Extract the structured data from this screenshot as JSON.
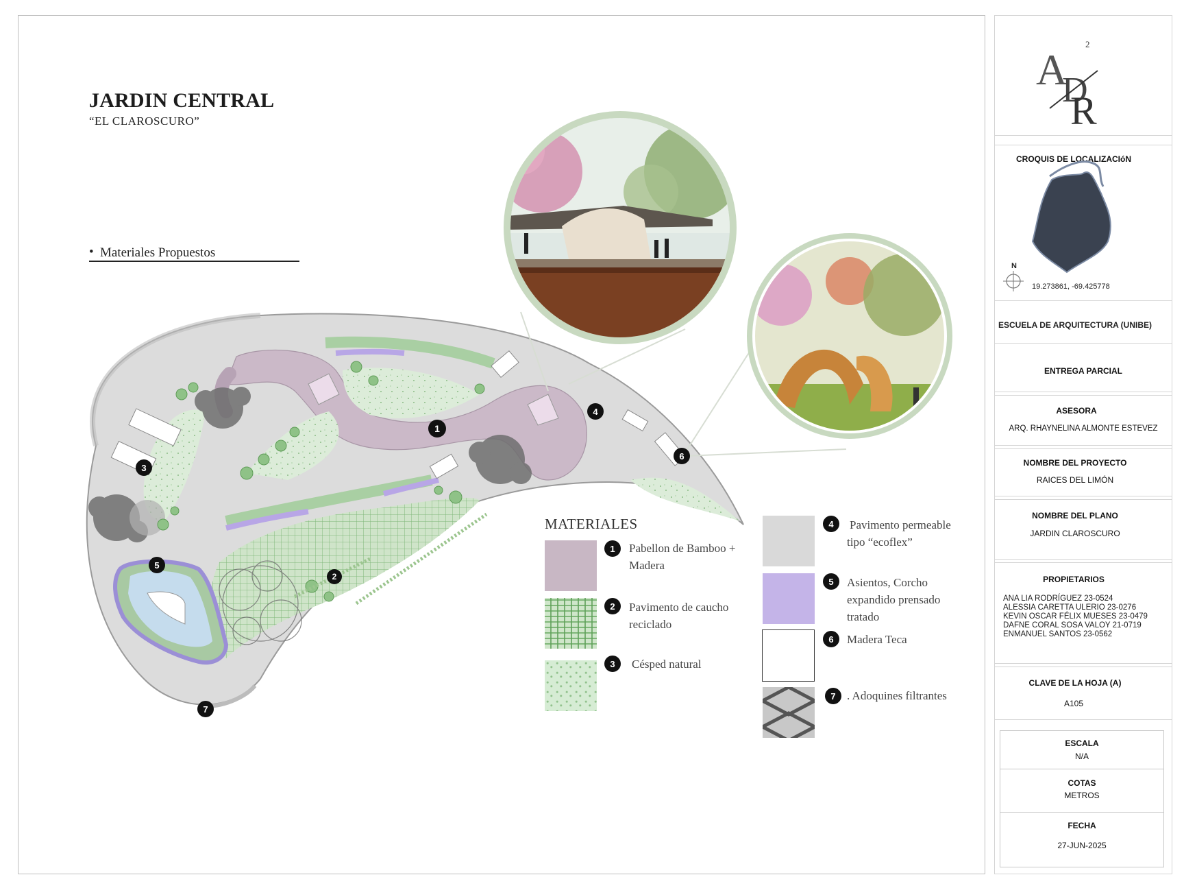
{
  "header": {
    "title": "JARDIN CENTRAL",
    "subtitle": "“EL CLAROSCURO”",
    "bullet": "Materiales Propuestos"
  },
  "callouts": [
    "1",
    "2",
    "3",
    "4",
    "5",
    "6",
    "7"
  ],
  "legend": {
    "title": "MATERIALES",
    "items": [
      {
        "num": "1",
        "label": "Pabellon de Bamboo + Madera",
        "color": "#c8b7c4"
      },
      {
        "num": "2",
        "label": "Pavimento de caucho reciclado",
        "color": "#b9d8b4"
      },
      {
        "num": "3",
        "label": "Césped natural",
        "color": "#d4ebd3"
      },
      {
        "num": "4",
        "label": "Pavimento permeable tipo “ecoflex”",
        "color": "#d9d9d9"
      },
      {
        "num": "5",
        "label": "Asientos, Corcho expandido prensado tratado",
        "color": "#c4b4e8"
      },
      {
        "num": "6",
        "label": "Madera Teca",
        "color": "#ffffff"
      },
      {
        "num": "7",
        "label": ". Adoquines filtrantes",
        "color": "#bdbdbd"
      }
    ]
  },
  "sidebar": {
    "logo": "ADR",
    "logo_sup": "2",
    "location_title": "CROQUIS DE LOCALIZACIóN",
    "north": "N",
    "coords": "19.273861, -69.425778",
    "school": "ESCUELA DE ARQUITECTURA (UNIBE)",
    "delivery": "ENTREGA PARCIAL",
    "advisor_label": "ASESORA",
    "advisor": "ARQ. RHAYNELINA ALMONTE ESTEVEZ",
    "project_label": "NOMBRE DEL PROYECTO",
    "project": "RAICES DEL LIMÓN",
    "plan_label": "NOMBRE DEL PLANO",
    "plan": "JARDIN CLAROSCURO",
    "owners_label": "PROPIETARIOS",
    "owners": [
      "ANA LIA RODRÍGUEZ 23-0524",
      "ALESSIA CARETTA ULERIO 23-0276",
      "KEVIN OSCAR FÉLIX MUESES 23-0479",
      "DAFNE CORAL SOSA VALOY 21-0719",
      "ENMANUEL SANTOS 23-0562"
    ],
    "sheet_label": "CLAVE DE LA HOJA (A)",
    "sheet": "A105",
    "scale_label": "ESCALA",
    "scale": "N/A",
    "units_label": "COTAS",
    "units": "METROS",
    "date_label": "FECHA",
    "date": "27-JUN-2025"
  }
}
